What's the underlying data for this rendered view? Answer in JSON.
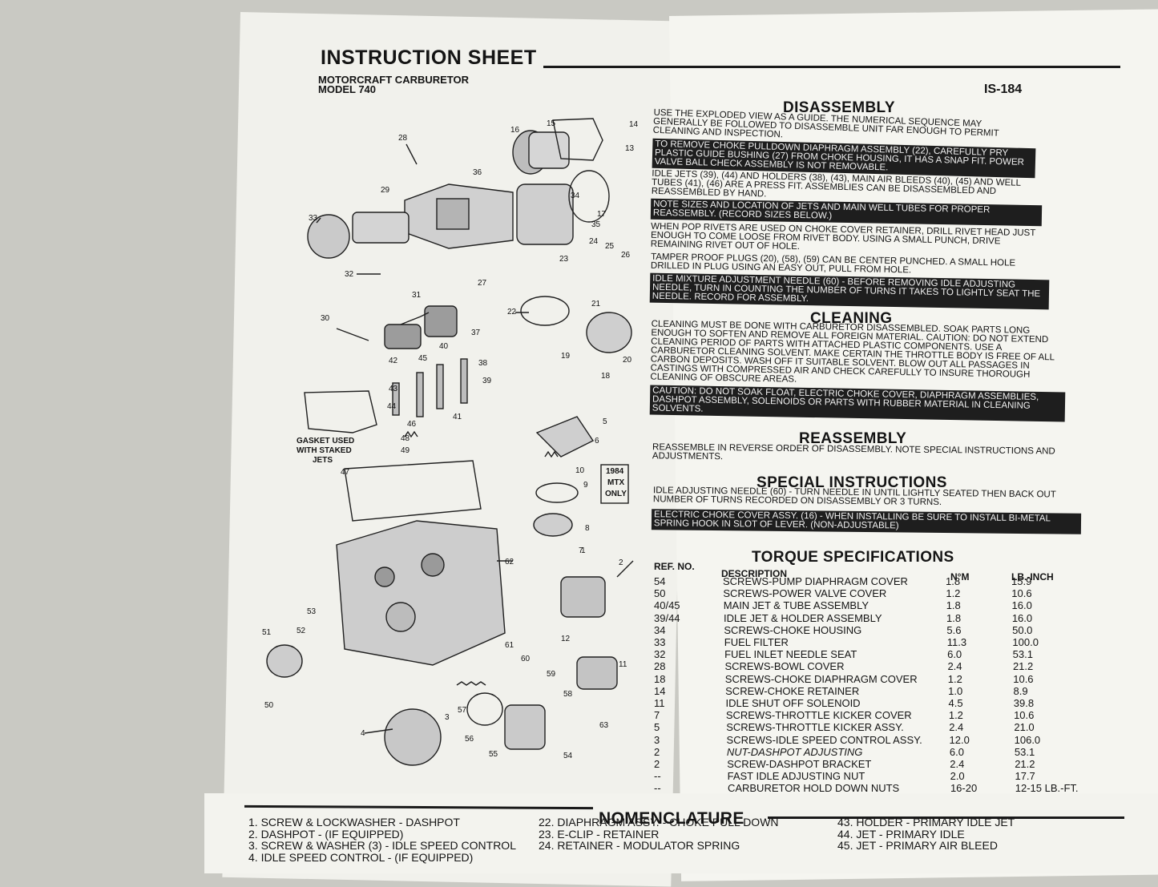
{
  "header": {
    "title": "INSTRUCTION SHEET",
    "subtitle_line1": "MOTORCRAFT CARBURETOR",
    "subtitle_line2": "MODEL 740",
    "sheet_number": "IS-184"
  },
  "disassembly": {
    "heading": "DISASSEMBLY",
    "p1": "USE THE EXPLODED VIEW AS A GUIDE. THE NUMERICAL SEQUENCE MAY GENERALLY BE FOLLOWED TO DISASSEMBLE UNIT FAR ENOUGH TO PERMIT CLEANING AND INSPECTION.",
    "note1": "TO REMOVE CHOKE PULLDOWN DIAPHRAGM ASSEMBLY (22), CAREFULLY PRY PLASTIC GUIDE BUSHING (27) FROM CHOKE HOUSING, IT HAS A SNAP FIT. POWER VALVE BALL CHECK ASSEMBLY IS NOT REMOVABLE.",
    "p2": "IDLE JETS (39), (44) AND HOLDERS (38), (43), MAIN AIR BLEEDS (40), (45) AND WELL TUBES (41), (46) ARE A PRESS FIT. ASSEMBLIES CAN BE DISASSEMBLED AND REASSEMBLED BY HAND.",
    "note2": "NOTE SIZES AND LOCATION OF JETS AND MAIN WELL TUBES FOR PROPER REASSEMBLY. (RECORD SIZES BELOW.)",
    "p3": "WHEN POP RIVETS ARE USED ON CHOKE COVER RETAINER, DRILL RIVET HEAD JUST ENOUGH TO COME LOOSE FROM RIVET BODY. USING A SMALL PUNCH, DRIVE REMAINING RIVET OUT OF HOLE.",
    "p4": "TAMPER PROOF PLUGS (20), (58), (59) CAN BE CENTER PUNCHED. A SMALL HOLE DRILLED IN PLUG USING AN EASY OUT, PULL FROM HOLE.",
    "note3": "IDLE MIXTURE ADJUSTMENT NEEDLE (60) - BEFORE REMOVING IDLE ADJUSTING NEEDLE, TURN IN COUNTING THE NUMBER OF TURNS IT TAKES TO LIGHTLY SEAT THE NEEDLE. RECORD FOR ASSEMBLY."
  },
  "cleaning": {
    "heading": "CLEANING",
    "p1": "CLEANING MUST BE DONE WITH CARBURETOR DISASSEMBLED. SOAK PARTS LONG ENOUGH TO SOFTEN AND REMOVE ALL FOREIGN MATERIAL. CAUTION: DO NOT EXTEND CLEANING PERIOD OF PARTS WITH ATTACHED PLASTIC COMPONENTS. USE A CARBURETOR CLEANING SOLVENT. MAKE CERTAIN THE THROTTLE BODY IS FREE OF ALL CARBON DEPOSITS. WASH OFF IT SUITABLE SOLVENT. BLOW OUT ALL PASSAGES IN CASTINGS WITH COMPRESSED AIR AND CHECK CAREFULLY TO INSURE THOROUGH CLEANING OF OBSCURE AREAS.",
    "caution": "CAUTION: DO NOT SOAK FLOAT, ELECTRIC CHOKE COVER, DIAPHRAGM ASSEMBLIES, DASHPOT ASSEMBLY, SOLENOIDS OR PARTS WITH RUBBER MATERIAL IN CLEANING SOLVENTS."
  },
  "reassembly": {
    "heading": "REASSEMBLY",
    "p1": "REASSEMBLE IN REVERSE ORDER OF DISASSEMBLY. NOTE SPECIAL INSTRUCTIONS AND ADJUSTMENTS."
  },
  "special": {
    "heading": "SPECIAL INSTRUCTIONS",
    "p1": "IDLE ADJUSTING NEEDLE (60) - TURN NEEDLE IN UNTIL LIGHTLY SEATED THEN BACK OUT NUMBER OF TURNS RECORDED ON DISASSEMBLY OR 3 TURNS.",
    "note": "ELECTRIC CHOKE COVER ASSY. (16) - WHEN INSTALLING BE SURE TO INSTALL BI-METAL SPRING HOOK IN SLOT OF LEVER. (NON-ADJUSTABLE)"
  },
  "torque": {
    "heading": "TORQUE SPECIFICATIONS",
    "col_ref": "REF. NO.",
    "col_desc": "DESCRIPTION",
    "col_nm": "N°M",
    "col_lb": "LB.-INCH",
    "rows": [
      {
        "ref": "54",
        "desc": "SCREWS-PUMP DIAPHRAGM COVER",
        "nm": "1.8",
        "lb": "15.9"
      },
      {
        "ref": "50",
        "desc": "SCREWS-POWER VALVE COVER",
        "nm": "1.2",
        "lb": "10.6"
      },
      {
        "ref": "40/45",
        "desc": "MAIN JET & TUBE ASSEMBLY",
        "nm": "1.8",
        "lb": "16.0"
      },
      {
        "ref": "39/44",
        "desc": "IDLE JET & HOLDER ASSEMBLY",
        "nm": "1.8",
        "lb": "16.0"
      },
      {
        "ref": "34",
        "desc": "SCREWS-CHOKE HOUSING",
        "nm": "5.6",
        "lb": "50.0"
      },
      {
        "ref": "33",
        "desc": "FUEL FILTER",
        "nm": "11.3",
        "lb": "100.0"
      },
      {
        "ref": "32",
        "desc": "FUEL INLET NEEDLE SEAT",
        "nm": "6.0",
        "lb": "53.1"
      },
      {
        "ref": "28",
        "desc": "SCREWS-BOWL COVER",
        "nm": "2.4",
        "lb": "21.2"
      },
      {
        "ref": "18",
        "desc": "SCREWS-CHOKE DIAPHRAGM COVER",
        "nm": "1.2",
        "lb": "10.6"
      },
      {
        "ref": "14",
        "desc": "SCREW-CHOKE RETAINER",
        "nm": "1.0",
        "lb": "8.9"
      },
      {
        "ref": "11",
        "desc": "IDLE SHUT OFF SOLENOID",
        "nm": "4.5",
        "lb": "39.8"
      },
      {
        "ref": "7",
        "desc": "SCREWS-THROTTLE KICKER COVER",
        "nm": "1.2",
        "lb": "10.6"
      },
      {
        "ref": "5",
        "desc": "SCREWS-THROTTLE KICKER ASSY.",
        "nm": "2.4",
        "lb": "21.0"
      },
      {
        "ref": "3",
        "desc": "SCREWS-IDLE SPEED CONTROL ASSY.",
        "nm": "12.0",
        "lb": "106.0"
      },
      {
        "ref": "2",
        "desc": "NUT-DASHPOT ADJUSTING",
        "nm": "6.0",
        "lb": "53.1"
      },
      {
        "ref": "2",
        "desc": "SCREW-DASHPOT BRACKET",
        "nm": "2.4",
        "lb": "21.2"
      },
      {
        "ref": "--",
        "desc": "FAST IDLE ADJUSTING NUT",
        "nm": "2.0",
        "lb": "17.7"
      },
      {
        "ref": "--",
        "desc": "CARBURETOR HOLD DOWN NUTS",
        "nm": "16-20",
        "lb": "12-15 LB.-FT."
      }
    ]
  },
  "nomenclature": {
    "heading": "NOMENCLATURE",
    "col1": [
      "1. SCREW & LOCKWASHER - DASHPOT",
      "2. DASHPOT - (IF EQUIPPED)",
      "3. SCREW & WASHER (3) - IDLE SPEED CONTROL",
      "4. IDLE SPEED CONTROL - (IF EQUIPPED)"
    ],
    "col2": [
      "22. DIAPHRAGM ASSY. - CHOKE PULL DOWN",
      "23. E-CLIP - RETAINER",
      "24. RETAINER - MODULATOR SPRING"
    ],
    "col3": [
      "43. HOLDER - PRIMARY IDLE JET",
      "44. JET - PRIMARY IDLE",
      "45. JET - PRIMARY AIR BLEED"
    ]
  },
  "diagram": {
    "gasket_note_l1": "GASKET USED",
    "gasket_note_l2": "WITH STAKED",
    "gasket_note_l3": "JETS",
    "mtx_l1": "1984",
    "mtx_l2": "MTX",
    "mtx_l3": "ONLY",
    "labels": [
      "1",
      "2",
      "3",
      "4",
      "5",
      "6",
      "7",
      "8",
      "9",
      "10",
      "11",
      "12",
      "13",
      "14",
      "15",
      "16",
      "17",
      "18",
      "19",
      "20",
      "21",
      "22",
      "23",
      "24",
      "25",
      "26",
      "27",
      "28",
      "29",
      "30",
      "31",
      "32",
      "33",
      "34",
      "35",
      "36",
      "37",
      "38",
      "39",
      "40",
      "41",
      "42",
      "43",
      "44",
      "45",
      "46",
      "47",
      "48",
      "49",
      "50",
      "51",
      "52",
      "53",
      "54",
      "55",
      "56",
      "57",
      "58",
      "59",
      "60",
      "61",
      "62",
      "63"
    ]
  }
}
